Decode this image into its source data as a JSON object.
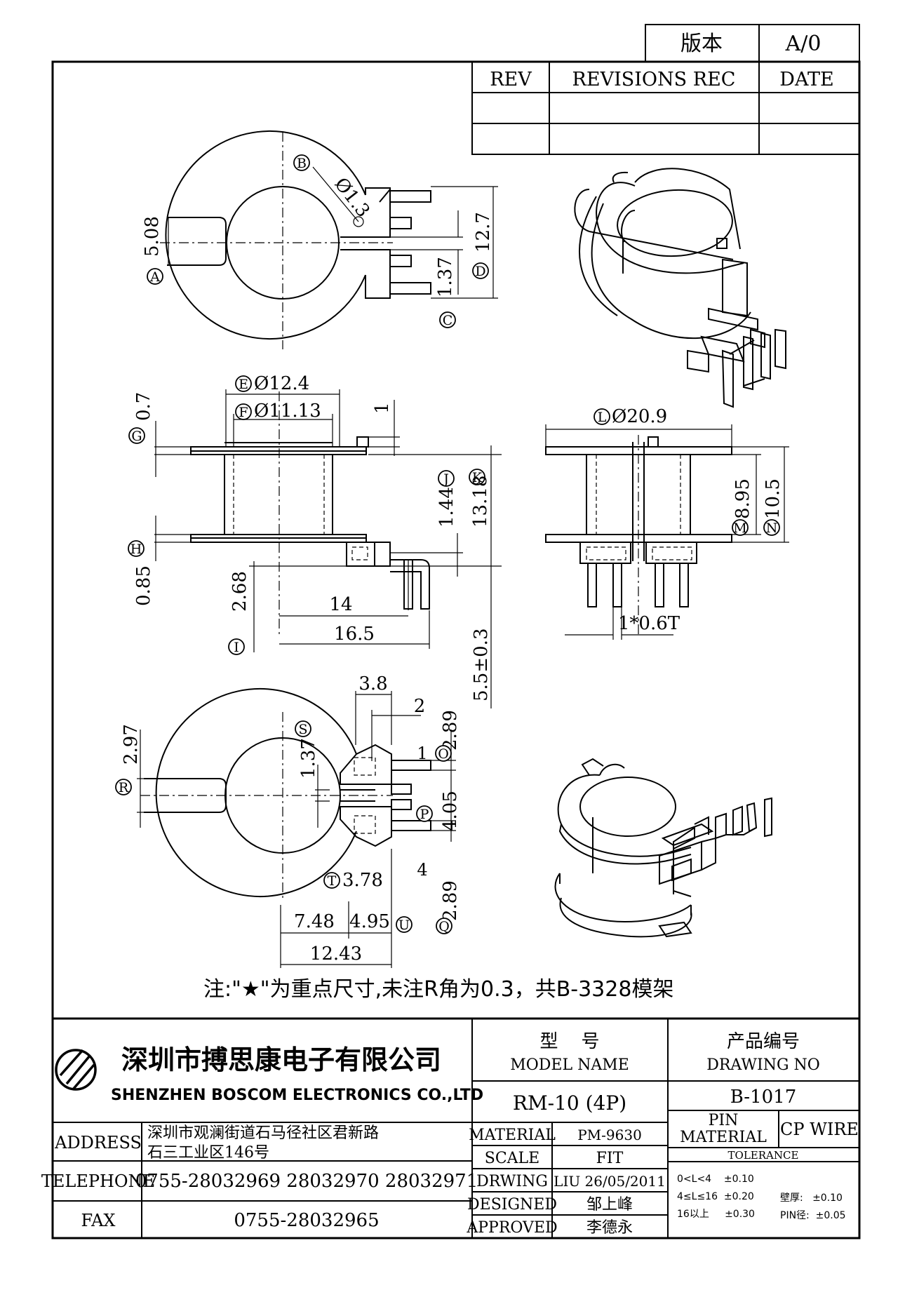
{
  "version_box": {
    "label": "版本",
    "value": "A/0"
  },
  "revisions": {
    "col_rev": "REV",
    "col_rec": "REVISIONS REC",
    "col_date": "DATE"
  },
  "note": "注:\"★\"为重点尺寸,未注R角为0.3，共B-3328模架",
  "company": {
    "name_cn": "深圳市搏思康电子有限公司",
    "name_en": "SHENZHEN BOSCOM ELECTRONICS CO.,LTD"
  },
  "address": {
    "label": "ADDRESS",
    "line1": "深圳市观澜街道石马径社区君新路",
    "line2": "石三工业区146号"
  },
  "telephone": {
    "label": "TELEPHONE",
    "value": "0755-28032969 28032970 28032971"
  },
  "fax": {
    "label": "FAX",
    "value": "0755-28032965"
  },
  "model": {
    "label_cn": "型    号",
    "label_en": "MODEL NAME",
    "value": "RM-10 (4P)"
  },
  "drawing": {
    "label_cn": "产品编号",
    "label_en": "DRAWING NO",
    "value": "B-1017"
  },
  "specs": [
    {
      "label": "MATERIAL",
      "value": "PM-9630"
    },
    {
      "label": "SCALE",
      "value": "FIT"
    },
    {
      "label": "DRWING",
      "value": "LIU 26/05/2011"
    },
    {
      "label": "DESIGNED",
      "value": "邹上峰"
    },
    {
      "label": "APPROVED",
      "value": "李德永"
    }
  ],
  "pin": {
    "label_top": "PIN",
    "label_bottom": "MATERIAL",
    "value": "CP WIRE"
  },
  "tolerance": {
    "title": "TOLERANCE",
    "rows": [
      "0<L<4    ±0.10",
      "4≤L≤16  ±0.20",
      "16以上     ±0.30"
    ],
    "wall": "壁厚:   ±0.10",
    "pin_dia": "PIN径:  ±0.05"
  },
  "dims": {
    "B": "B",
    "d_B": "Ø1.3",
    "A": "A",
    "d_A": "5.08",
    "D": "D",
    "d_D": "12.7",
    "C": "C",
    "d_C": "1.37",
    "E": "E",
    "d_E": "Ø12.4",
    "F": "F",
    "d_F": "Ø11.13",
    "G": "G",
    "d_G": "0.7",
    "d_1": "1",
    "J": "J",
    "d_J": "1.44",
    "K": "K",
    "d_K": "13.18",
    "H": "H",
    "d_H": "0.85",
    "d_268": "2.68",
    "I": "I",
    "d_14": "14",
    "d_165": "16.5",
    "d_55": "5.5±0.3",
    "L": "L",
    "d_L": "Ø20.9",
    "M": "M",
    "d_M": "8.95",
    "N": "N",
    "d_N": "10.5",
    "d_1x06": "1*0.6T",
    "d_38": "3.8",
    "d_2": "2",
    "O": "O",
    "d_O": "2.89",
    "S": "S",
    "d_S": "1.37",
    "R": "R",
    "d_R": "2.97",
    "p1": "1",
    "P": "P",
    "d_P": "4.05",
    "p4": "4",
    "T": "T",
    "d_T": "3.78",
    "Q": "Q",
    "d_Q": "2.89",
    "d_748": "7.48",
    "d_495": "4.95",
    "U": "U",
    "d_1243": "12.43"
  }
}
